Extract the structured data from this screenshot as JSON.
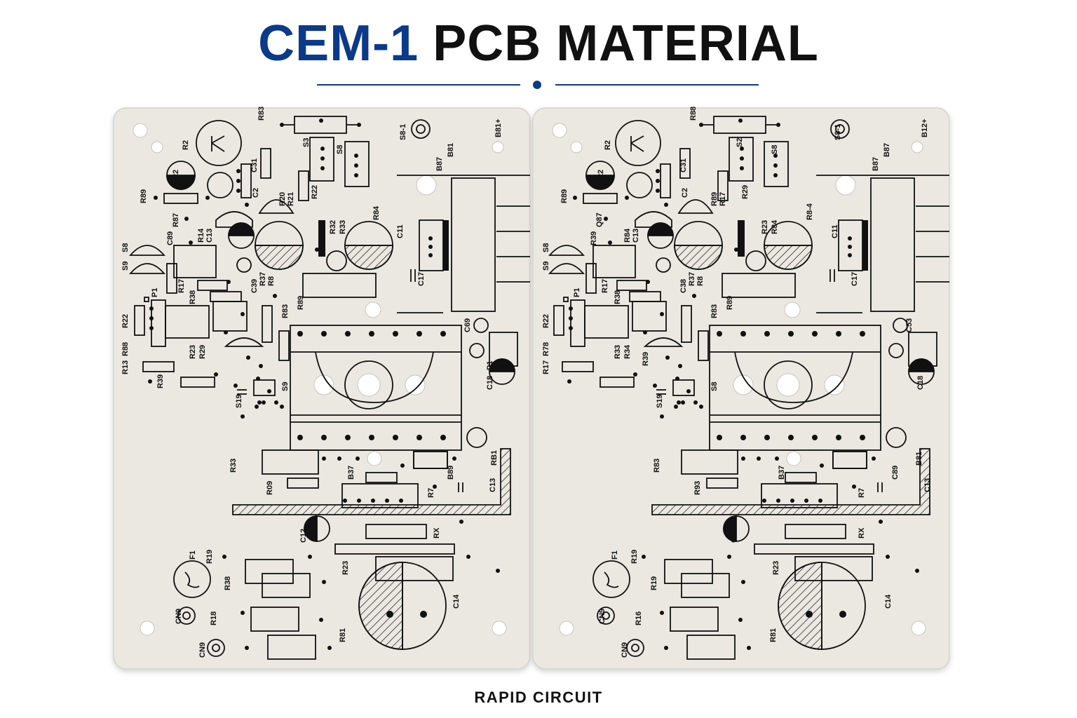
{
  "header": {
    "title_accent": "CEM-1",
    "title_rest": "PCB MATERIAL"
  },
  "footer": {
    "brand": "RAPID CIRCUIT"
  },
  "colors": {
    "accent": "#0b3a8a",
    "board": "#ebe8e2",
    "ink": "#111111"
  },
  "boards": [
    {
      "labels": {
        "r83": "R83",
        "r2": "R2",
        "s8_1": "S8-1",
        "b81p": "B81+",
        "b81": "B81",
        "b87": "B87",
        "s3": "S3",
        "s8": "S8",
        "c31": "C31",
        "r22": "R22",
        "c2": "C2",
        "r89": "R89",
        "r20": "R20",
        "r21": "R21",
        "r22b": "R22",
        "r87": "R87",
        "r14": "R14",
        "c13": "C13",
        "s8b": "S8",
        "s9": "S9",
        "c89": "C89",
        "r17": "R17",
        "c39": "C39",
        "r37": "R37",
        "r8": "R8",
        "c11": "C11",
        "c17": "C17",
        "r84": "R84",
        "r32": "R32",
        "r33": "R33",
        "p1": "P1",
        "r22c": "R22",
        "r38": "R38",
        "r83b": "R83",
        "r89b": "R89",
        "c69": "C69",
        "r13": "R13",
        "r88": "R88",
        "r23": "R23",
        "r29": "R29",
        "r39": "R39",
        "c18": "C18",
        "r33b": "R33",
        "r09": "R09",
        "b37": "B37",
        "r7": "R7",
        "b89": "B89",
        "c13b": "C13",
        "rb1": "RB1",
        "c12": "C12",
        "rx": "RX",
        "f1": "F1",
        "r19": "R19",
        "r38b": "R38",
        "r23b": "R23",
        "cn9": "CN9",
        "r18": "R18",
        "cn9b": "CN9",
        "r81": "R81",
        "c14": "C14",
        "s19": "S19",
        "s9b": "S9",
        "p1b": "P1"
      }
    },
    {
      "labels": {
        "r83": "R88",
        "r2": "R2",
        "s8_1": "S8-1",
        "b81p": "B12+",
        "b81": "B87",
        "b87": "B87",
        "s3": "S2",
        "s8": "S8",
        "c31": "C31",
        "r22": "R22",
        "c2": "C2",
        "r89": "R89",
        "r20": "R89",
        "r21": "R17",
        "r22b": "R29",
        "r87": "Q87",
        "r14": "R84",
        "c13": "C13",
        "s8b": "S8",
        "s9": "S9",
        "c89": "R39",
        "r17": "R17",
        "c39": "C38",
        "r37": "R37",
        "r8": "R8",
        "c11": "C11",
        "c17": "C17",
        "r84": "R8-4",
        "r32": "R23",
        "r33": "R84",
        "p1": "P1",
        "r22c": "R22",
        "r38": "R38",
        "r83b": "R83",
        "r89b": "R89",
        "c69": "C53",
        "r13": "R17",
        "r88": "R78",
        "r23": "R33",
        "r29": "R34",
        "r39": "R39",
        "c18": "C18",
        "r33b": "R83",
        "r09": "R93",
        "b37": "B37",
        "r7": "R7",
        "b89": "C89",
        "c13b": "C13",
        "rb1": "B81",
        "c12": "C12",
        "rx": "RX",
        "f1": "F1",
        "r19": "R19",
        "r38b": "R19",
        "r23b": "R23",
        "cn9": "CN9",
        "r18": "R16",
        "cn9b": "CN9",
        "r81": "R81",
        "c14": "C14",
        "s19": "S19",
        "s9b": "S8",
        "p1b": "P1"
      }
    }
  ]
}
